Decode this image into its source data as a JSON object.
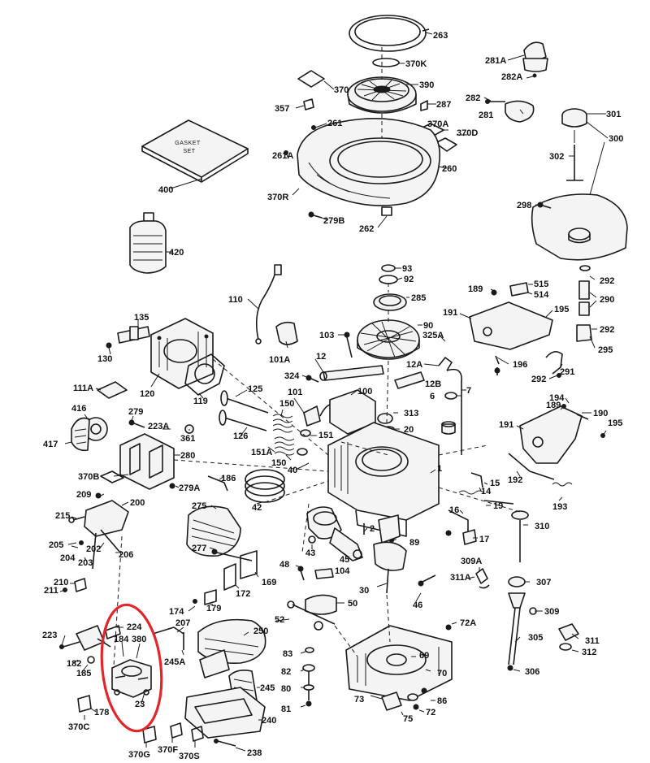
{
  "diagram": {
    "labels": [
      "263",
      "370K",
      "281A",
      "282A",
      "370",
      "390",
      "357",
      "287",
      "282",
      "281",
      "301",
      "300",
      "261",
      "370A",
      "370D",
      "261A",
      "302",
      "260",
      "400",
      "370R",
      "279B",
      "262",
      "298",
      "420",
      "93",
      "92",
      "189",
      "515",
      "514",
      "285",
      "292",
      "290",
      "110",
      "191",
      "195",
      "135",
      "90",
      "103",
      "325A",
      "292",
      "101A",
      "12",
      "295",
      "196",
      "12A",
      "130",
      "120",
      "119",
      "111A",
      "324",
      "125",
      "12B",
      "292",
      "291",
      "101",
      "100",
      "6",
      "7",
      "416",
      "279",
      "150",
      "313",
      "194",
      "189",
      "190",
      "223A",
      "361",
      "20",
      "195",
      "191",
      "417",
      "126",
      "151",
      "151A",
      "150",
      "280",
      "40",
      "1",
      "370B",
      "279A",
      "186",
      "209",
      "42",
      "14",
      "15",
      "192",
      "193",
      "200",
      "215",
      "275",
      "16",
      "205",
      "202",
      "206",
      "204",
      "203",
      "277",
      "2",
      "89",
      "17",
      "19",
      "310",
      "43",
      "309A",
      "48",
      "104",
      "45",
      "311A",
      "210",
      "211",
      "169",
      "172",
      "30",
      "307",
      "46",
      "174",
      "179",
      "50",
      "309",
      "224",
      "207",
      "52",
      "250",
      "72A",
      "223",
      "184",
      "380",
      "305",
      "311",
      "245A",
      "83",
      "69",
      "312",
      "182",
      "185",
      "82",
      "70",
      "306",
      "245",
      "80",
      "73",
      "86",
      "178",
      "23",
      "75",
      "72",
      "81",
      "240",
      "370C",
      "370G",
      "370F",
      "370S",
      "238",
      "GASKET",
      "SET"
    ]
  }
}
